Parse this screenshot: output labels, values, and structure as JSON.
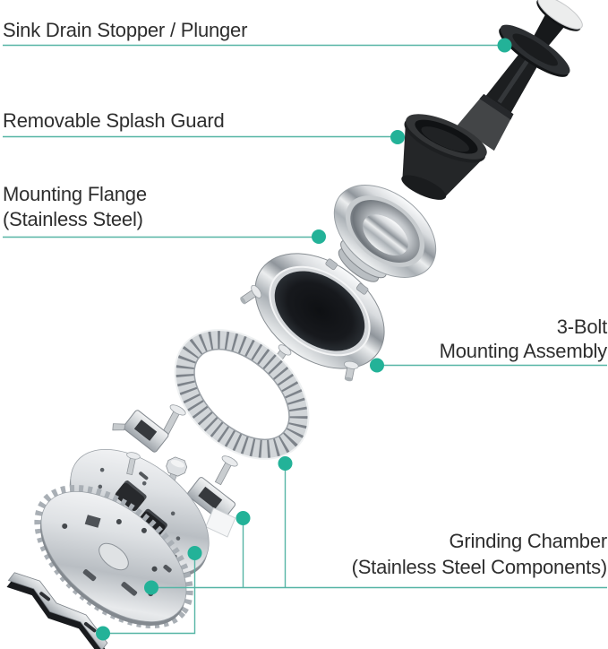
{
  "diagram": {
    "background_color": "#ffffff",
    "accent_color": "#23b298",
    "connector_color": "#56b5a5",
    "text_color": "#2e2e2e",
    "labels": {
      "plunger": {
        "line1": "Sink Drain Stopper / Plunger"
      },
      "splash_guard": {
        "line1": "Removable Splash Guard"
      },
      "mounting_flange": {
        "line1": "Mounting Flange",
        "line2": "(Stainless Steel)"
      },
      "mounting_assembly": {
        "line1": "3-Bolt",
        "line2": "Mounting Assembly"
      },
      "grinding_chamber": {
        "line1": "Grinding Chamber",
        "line2": "(Stainless Steel Components)"
      }
    },
    "parts": [
      "sink-drain-stopper-plunger",
      "removable-splash-guard",
      "mounting-flange",
      "three-bolt-mounting-assembly",
      "grinding-chamber-stainless-steel-components"
    ]
  }
}
